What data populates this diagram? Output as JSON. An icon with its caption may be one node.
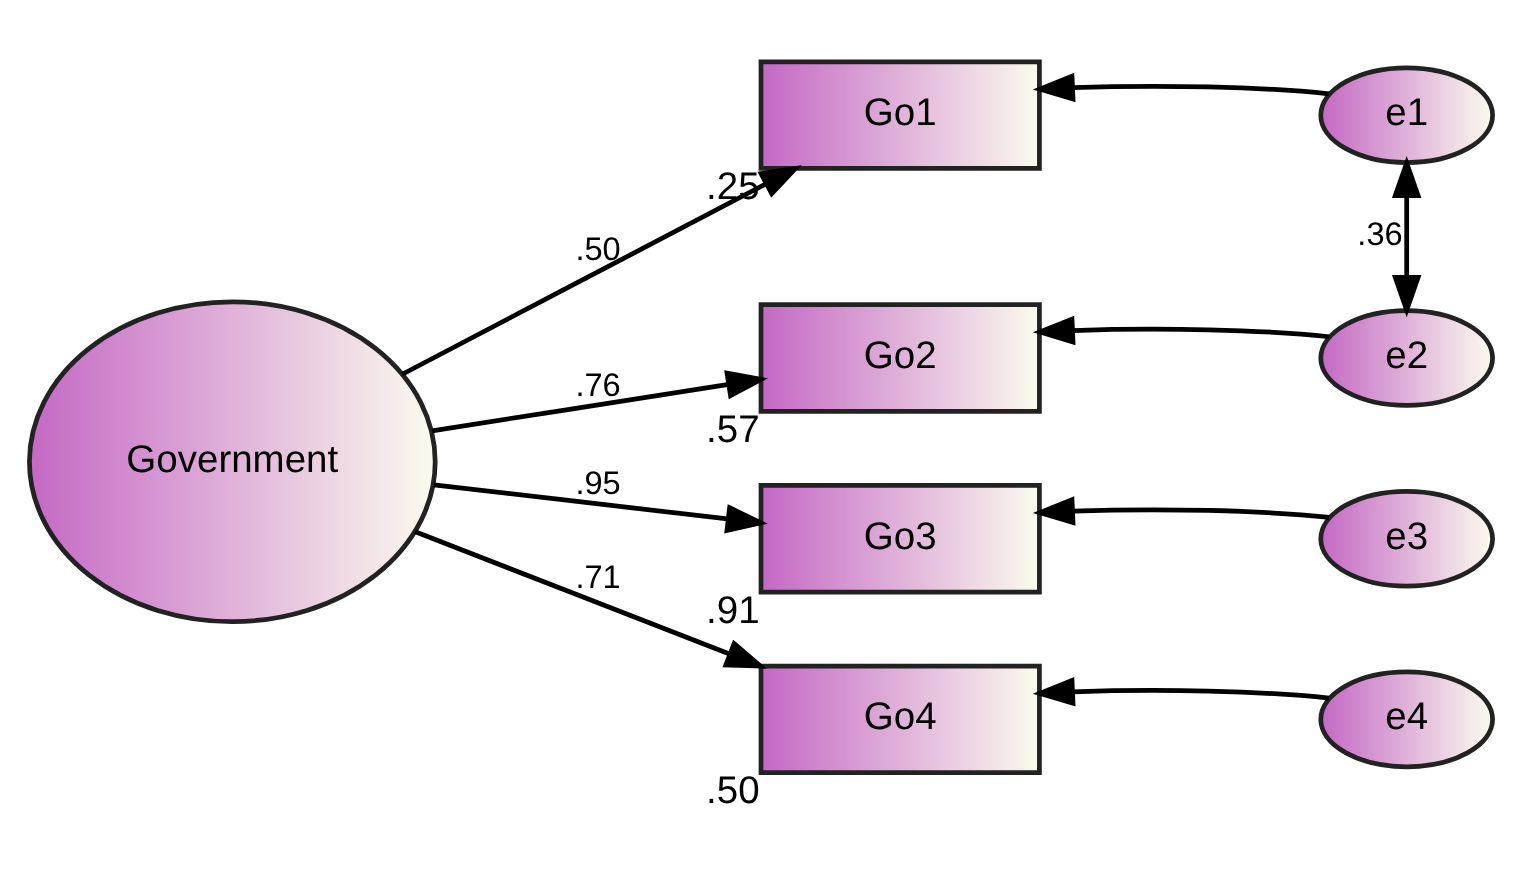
{
  "diagram": {
    "nodes": [
      {
        "text": [
          "Government"
        ]
      },
      {
        "text": [
          "Go1"
        ],
        "beside": [
          ".25"
        ]
      },
      {
        "text": [
          "Go2"
        ],
        "beside": [
          ".57"
        ]
      },
      {
        "text": [
          "Go3"
        ],
        "beside": [
          ".91"
        ]
      },
      {
        "text": [
          "Go4"
        ],
        "beside": [
          ".50"
        ]
      },
      {
        "text": [
          "e1"
        ]
      },
      {
        "text": [
          "e2"
        ]
      },
      {
        "text": [
          "e3"
        ]
      },
      {
        "text": [
          "e4"
        ]
      }
    ],
    "edges": [
      {
        "from": 0,
        "to": 1,
        "arrow": "to",
        "label": ".50"
      },
      {
        "from": 0,
        "to": 2,
        "arrow": "to",
        "label": ".76"
      },
      {
        "from": 0,
        "to": 3,
        "arrow": "to",
        "label": ".95"
      },
      {
        "from": 0,
        "to": 4,
        "arrow": "to",
        "label": ".71"
      },
      {
        "from": 5,
        "to": 1,
        "arrow": "to"
      },
      {
        "from": 6,
        "to": 2,
        "arrow": "to"
      },
      {
        "from": 7,
        "to": 3,
        "arrow": "to"
      },
      {
        "from": 8,
        "to": 4,
        "arrow": "to"
      },
      {
        "from": 5,
        "to": 6,
        "arrow": "both",
        "label": ".36"
      }
    ]
  }
}
